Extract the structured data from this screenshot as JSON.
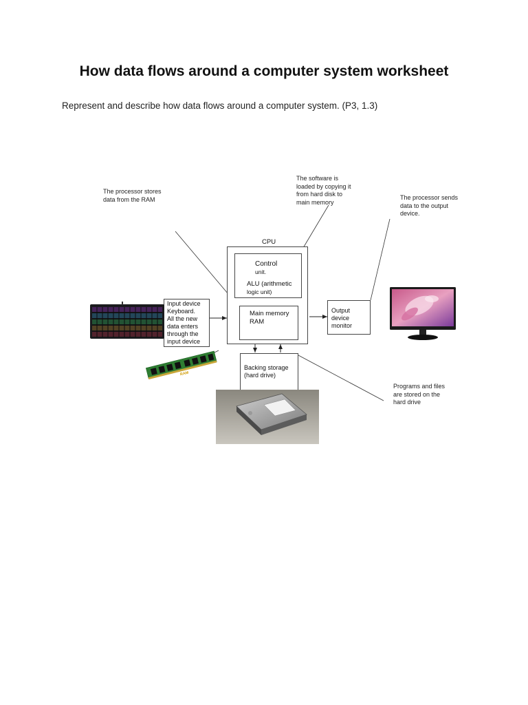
{
  "title": "How data flows around a computer system worksheet",
  "subtitle": "Represent and describe how data flows around a computer system. (P3, 1.3)",
  "diagram": {
    "cpu_label": "CPU",
    "control_unit": [
      "Control",
      "unit."
    ],
    "alu": [
      "ALU (arithmetic",
      "logic unit)"
    ],
    "main_memory": [
      "Main memory",
      "RAM"
    ],
    "input_device": [
      "Input device",
      "Keyboard.",
      "All the new",
      "data enters",
      "through the",
      "input device"
    ],
    "output_device": [
      "Output",
      "device",
      "monitor"
    ],
    "backing_storage": [
      "Backing storage",
      "(hard drive)"
    ],
    "ram_chip_label": "RAM"
  },
  "notes": {
    "processor_stores": [
      "The processor stores",
      "data from the RAM"
    ],
    "software_loaded": [
      "The software is",
      "loaded by copying it",
      "from hard disk to",
      "main memory"
    ],
    "processor_sends": [
      "The processor sends",
      "data to the output",
      "device."
    ],
    "programs_files": [
      "Programs and files",
      "are stored on the",
      "hard drive"
    ]
  },
  "images": {
    "keyboard": "keyboard-image",
    "ram": "ram-stick-image",
    "monitor": "monitor-image",
    "hard_drive": "hard-drive-image"
  }
}
